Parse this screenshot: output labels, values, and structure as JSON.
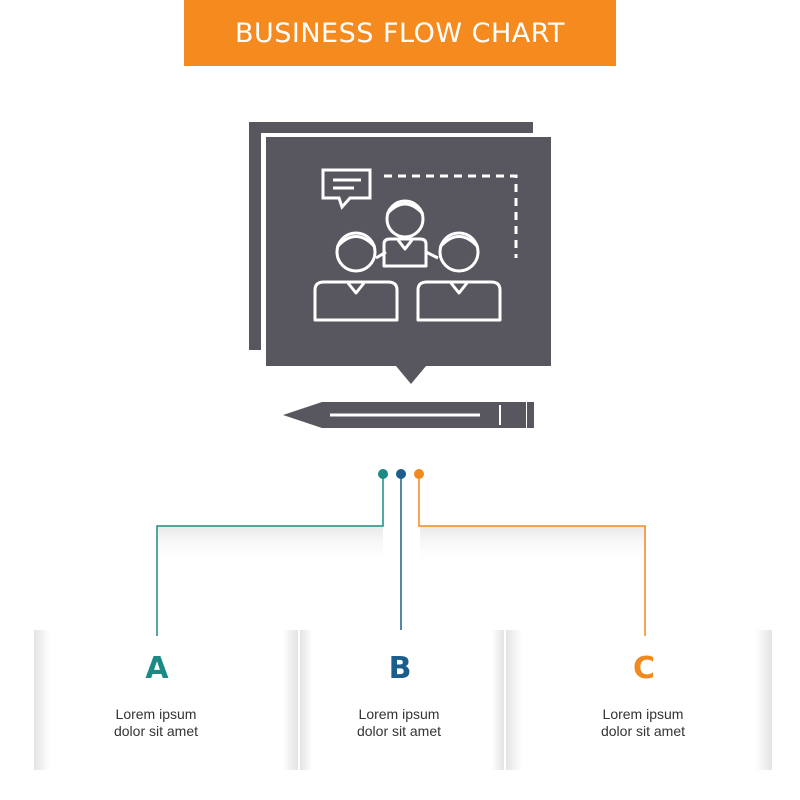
{
  "title": "BUSINESS FLOW CHART",
  "colors": {
    "accent_orange": "#f58a1f",
    "teal": "#1c8a84",
    "blue": "#1b5e8c",
    "orange": "#f08a1c",
    "icon_gray": "#58575f"
  },
  "icon": "team-discussion-icon",
  "steps": [
    {
      "letter": "A",
      "line1": "Lorem ipsum",
      "line2": "dolor sit amet"
    },
    {
      "letter": "B",
      "line1": "Lorem ipsum",
      "line2": "dolor sit amet"
    },
    {
      "letter": "C",
      "line1": "Lorem ipsum",
      "line2": "dolor sit amet"
    }
  ]
}
